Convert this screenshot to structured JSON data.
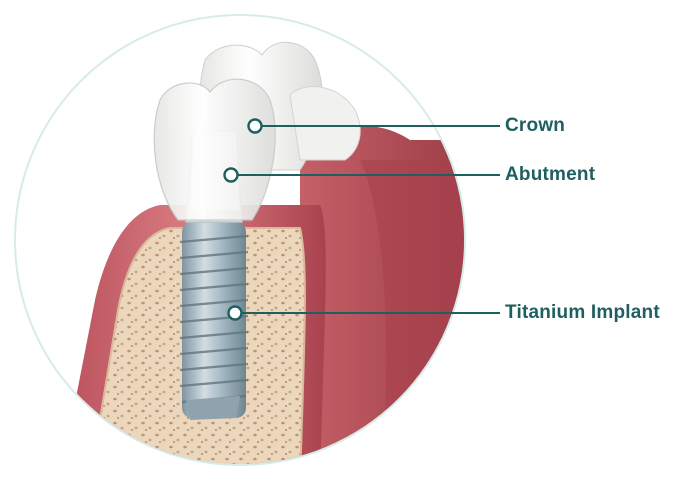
{
  "labels": {
    "crown": "Crown",
    "abutment": "Abutment",
    "implant": "Titanium Implant"
  },
  "colors": {
    "teal": "#1f5f5f",
    "circle_border": "#d6ece8",
    "gum": "#c25a63",
    "gum_light": "#e3a3a5",
    "bone": "#efd9bf",
    "tooth": "#f6f6f4",
    "metal": "#9fb3bd"
  },
  "icons": [
    "dental-crown-icon",
    "abutment-icon",
    "titanium-screw-icon"
  ]
}
